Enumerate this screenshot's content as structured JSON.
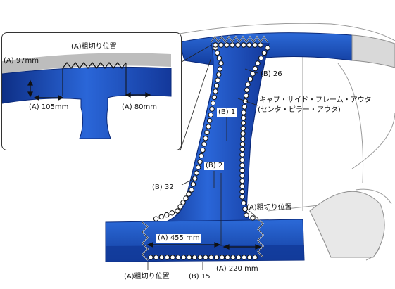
{
  "inset": {
    "cut_label": "(A)粗切り位置",
    "dim_97": "(A) 97mm",
    "dim_105": "(A) 105mm",
    "dim_80": "(A) 80mm"
  },
  "main": {
    "part_name_line1": "キャブ・サイド・フレーム・アウタ",
    "part_name_line2": "(センタ・ピラー・アウタ)",
    "b26": "(B) 26",
    "b1": "(B) 1",
    "b2": "(B) 2",
    "b32": "(B) 32",
    "cut_label_right": "(A)粗切り位置",
    "dim_455": "(A) 455 mm",
    "dim_220": "(A) 220 mm",
    "cut_label_bottom": "(A)粗切り位置",
    "b15": "(B) 15"
  },
  "colors": {
    "panel_blue": "#1f57c9",
    "panel_dark": "#0e2f86",
    "weld_spot": "#ffffff",
    "line": "#222222"
  }
}
